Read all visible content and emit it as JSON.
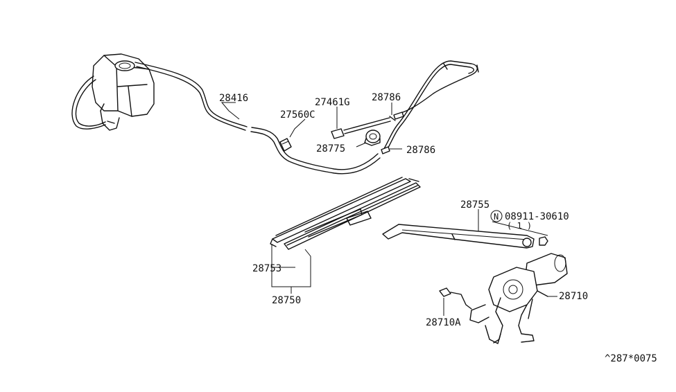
{
  "labels": {
    "p28416": "28416",
    "p27560c": "27560C",
    "p27461g": "27461G",
    "p28786_top": "28786",
    "p28775": "28775",
    "p28786_bottom": "28786",
    "p28755": "28755",
    "n_marker": "N",
    "p08911": "08911-30610",
    "qty": "( 1 )",
    "p28753": "28753",
    "p28750": "28750",
    "p28710": "28710",
    "p28710a": "28710A",
    "ref_code": "^287*0075"
  }
}
